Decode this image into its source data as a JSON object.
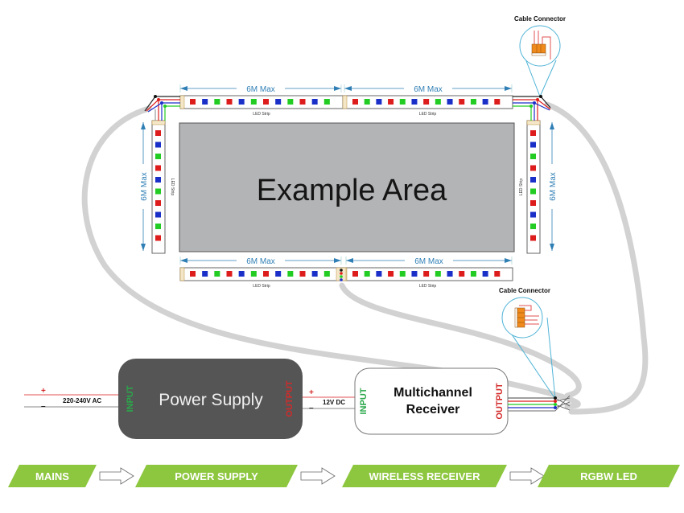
{
  "colors": {
    "red": "#dd1c1c",
    "green": "#22cc22",
    "blue": "#1a2fc8",
    "white_wire": "#cfcfcf",
    "cable": "#d2d2d2",
    "dimension": "#2f7fb5",
    "area_fill": "#b3b4b6",
    "power_supply_fill": "#555555",
    "flow_green": "#8dc63f",
    "connector_orange": "#f08a1c",
    "callout_line": "#4fb3d6"
  },
  "led_strips": {
    "label": "LED Strip",
    "dimension_label": "6M Max",
    "top_left_pattern": [
      "R",
      "B",
      "G",
      "R",
      "B",
      "G",
      "R",
      "B",
      "G",
      "R",
      "B",
      "G"
    ],
    "top_right_pattern": [
      "R",
      "G",
      "B",
      "R",
      "G",
      "B",
      "R",
      "G",
      "B",
      "R",
      "G",
      "B",
      "R"
    ],
    "bottom_left_pattern": [
      "R",
      "B",
      "G",
      "R",
      "B",
      "G",
      "R",
      "B",
      "G",
      "R",
      "B",
      "G"
    ],
    "bottom_right_pattern": [
      "R",
      "G",
      "B",
      "R",
      "G",
      "B",
      "R",
      "G",
      "B",
      "R",
      "G",
      "B",
      "R"
    ],
    "vertical_pattern": [
      "R",
      "B",
      "G",
      "R",
      "B",
      "G",
      "R",
      "B",
      "G",
      "R"
    ]
  },
  "example_area": {
    "label": "Example Area"
  },
  "cable_connectors": [
    {
      "label": "Cable Connector",
      "position": "top-right"
    },
    {
      "label": "Cable Connector",
      "position": "bottom-right"
    }
  ],
  "power_supply": {
    "label": "Power Supply",
    "input_label": "INPUT",
    "output_label": "OUTPUT",
    "input_voltage": "220-240V AC",
    "output_voltage": "12V DC",
    "plus": "+",
    "minus": "–"
  },
  "receiver": {
    "label_line1": "Multichannel",
    "label_line2": "Receiver",
    "input_label": "INPUT",
    "output_label": "OUTPUT"
  },
  "flow": {
    "steps": [
      "MAINS",
      "POWER SUPPLY",
      "WIRELESS RECEIVER",
      "RGBW LED"
    ]
  }
}
